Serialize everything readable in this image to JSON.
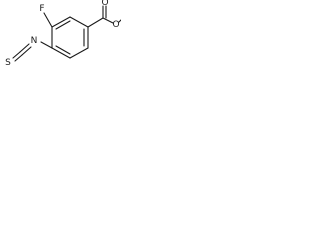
{
  "atoms": {
    "fluorine": "F",
    "isothiocyanate_nitrogen": "N",
    "isothiocyanate_sulfur": "S",
    "ester_carbonyl_oxygen": "O",
    "ester_methoxy_oxygen": "O"
  }
}
